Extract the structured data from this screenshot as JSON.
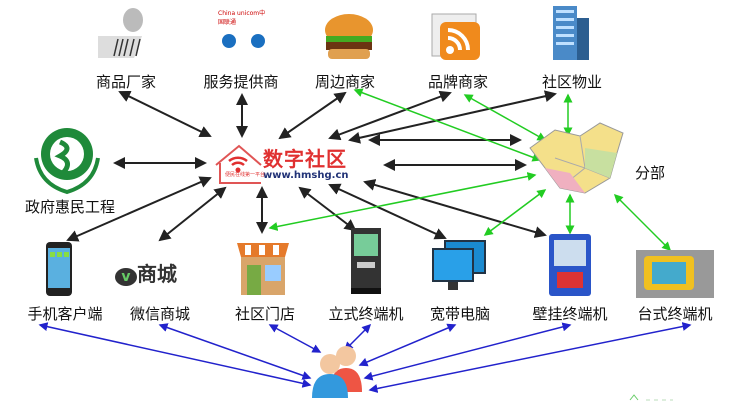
{
  "center": {
    "logo_title": "数字社区",
    "logo_url": "www.hmshg.cn",
    "logo_slogan": "便民在线第一平台"
  },
  "top_nodes": [
    "商品厂家",
    "服务提供商",
    "周边商家",
    "品牌商家",
    "社区物业"
  ],
  "left_node": "政府惠民工程",
  "right_node": "分部",
  "bottom_nodes": [
    "手机客户端",
    "微信商城",
    "社区门店",
    "立式终端机",
    "宽带电脑",
    "壁挂终端机",
    "台式终端机"
  ],
  "wechat_icon_text": "商城",
  "china_unicom_text": "China unicom中国联通",
  "colors": {
    "black_arrow": "#222222",
    "green_arrow": "#22cc22",
    "blue_arrow": "#2222cc",
    "logo_red": "#e03030"
  }
}
